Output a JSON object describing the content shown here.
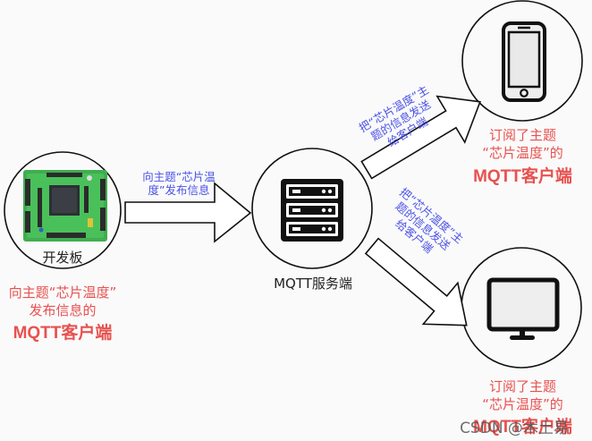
{
  "publisher": {
    "device_label": "开发板",
    "device_icon": "dev-board-icon",
    "caption": [
      "向主题“芯片温度”",
      "发布信息的"
    ],
    "caption_strong": "MQTT客户端"
  },
  "publish_arrow": {
    "label": [
      "向主题“芯片温",
      "度”发布信息"
    ]
  },
  "broker": {
    "label": "MQTT服务端",
    "icon": "server-icon"
  },
  "forward_arrow_top": {
    "label": [
      "把“芯片温度”主",
      "题的信息发送",
      "给客户端"
    ]
  },
  "forward_arrow_bottom": {
    "label": [
      "把“芯片温度”主",
      "题的信息发送",
      "给客户端"
    ]
  },
  "subscriber_phone": {
    "icon": "smartphone-icon",
    "caption": [
      "订阅了主题",
      "“芯片温度”的"
    ],
    "caption_strong": "MQTT客户端"
  },
  "subscriber_monitor": {
    "icon": "monitor-icon",
    "caption": [
      "订阅了主题",
      "“芯片温度”的"
    ],
    "caption_strong": "MQTT客户端"
  },
  "watermark": "CSDN @木土易",
  "colors": {
    "caption_red": "#e8514f",
    "arrow_label_blue": "#4a52e6",
    "outline": "#111111"
  }
}
